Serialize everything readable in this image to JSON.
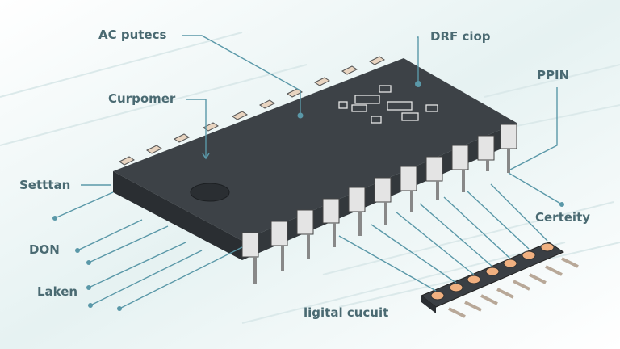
{
  "diagram": {
    "subject": "Integrated circuit chip with pin header",
    "colors": {
      "background": "#f4f8f8",
      "chip_body": "#3a3f44",
      "leader_line": "#5a98a8",
      "label_text": "#4a6a72",
      "pin_silver": "#d8d8d8",
      "header_pad": "#f0b080"
    },
    "labels": [
      {
        "id": "ac-putecs",
        "text": "AC putecs"
      },
      {
        "id": "drf-ciop",
        "text": "DRF ciop"
      },
      {
        "id": "curpomer",
        "text": "Curpomer"
      },
      {
        "id": "ppin",
        "text": "PPIN"
      },
      {
        "id": "settan",
        "text": "Setttan"
      },
      {
        "id": "don",
        "text": "DON"
      },
      {
        "id": "certeity",
        "text": "Certeity"
      },
      {
        "id": "laken",
        "text": "Laken"
      },
      {
        "id": "digital-circuit",
        "text": "ligital cucuit"
      }
    ]
  }
}
